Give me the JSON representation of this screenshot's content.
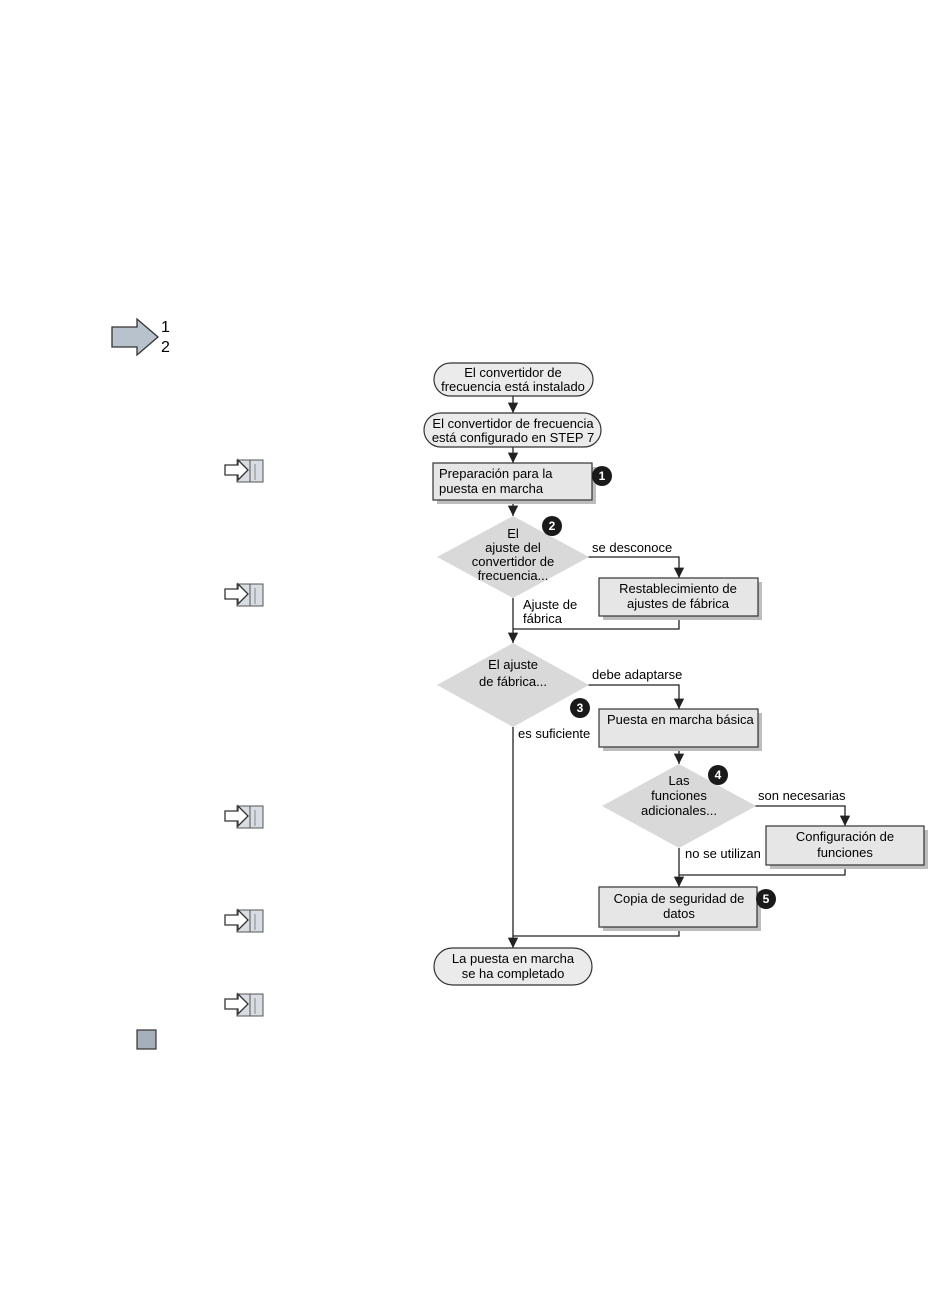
{
  "step_marker": {
    "line1": "1",
    "line2": "2",
    "icon": "step-arrow-icon"
  },
  "side_icons": [
    "manual-reference-icon",
    "manual-reference-icon",
    "manual-reference-icon",
    "manual-reference-icon",
    "manual-reference-icon"
  ],
  "end_marker": {
    "icon": "end-square-icon",
    "color": "#a6b0ba"
  },
  "colors": {
    "box": "#e6e6e6",
    "decision": "#d9d9d9",
    "step_badge": "#1a1a1a"
  },
  "nodes": {
    "start": {
      "lines": [
        "El convertidor de",
        "frecuencia está instalado"
      ]
    },
    "configured": {
      "lines": [
        "El convertidor de frecuencia",
        "está configurado en STEP 7"
      ]
    },
    "prepare": {
      "lines": [
        "Preparación para la",
        "puesta en marcha"
      ],
      "step": "1"
    },
    "decision1": {
      "lines": [
        "El",
        "ajuste del",
        "convertidor de",
        "frecuencia..."
      ],
      "step": "2"
    },
    "reset": {
      "lines": [
        "Restablecimiento de",
        "ajustes de fábrica"
      ]
    },
    "decision2": {
      "lines": [
        "El ajuste",
        "de fábrica..."
      ],
      "step": "3"
    },
    "basic": {
      "lines": [
        "Puesta en marcha básica"
      ]
    },
    "decision3": {
      "lines": [
        "Las",
        "funciones",
        "adicionales..."
      ],
      "step": "4"
    },
    "config": {
      "lines": [
        "Configuración de",
        "funciones"
      ]
    },
    "backup": {
      "lines": [
        "Copia de seguridad de",
        "datos"
      ],
      "step": "5"
    },
    "end": {
      "lines": [
        "La puesta en marcha",
        "se ha completado"
      ]
    }
  },
  "edges": {
    "unknown": "se desconoce",
    "factory": [
      "Ajuste de",
      "fábrica"
    ],
    "must_adapt": "debe adaptarse",
    "sufficient": "es suficiente",
    "necessary": "son necesarias",
    "not_used": "no se utilizan"
  }
}
